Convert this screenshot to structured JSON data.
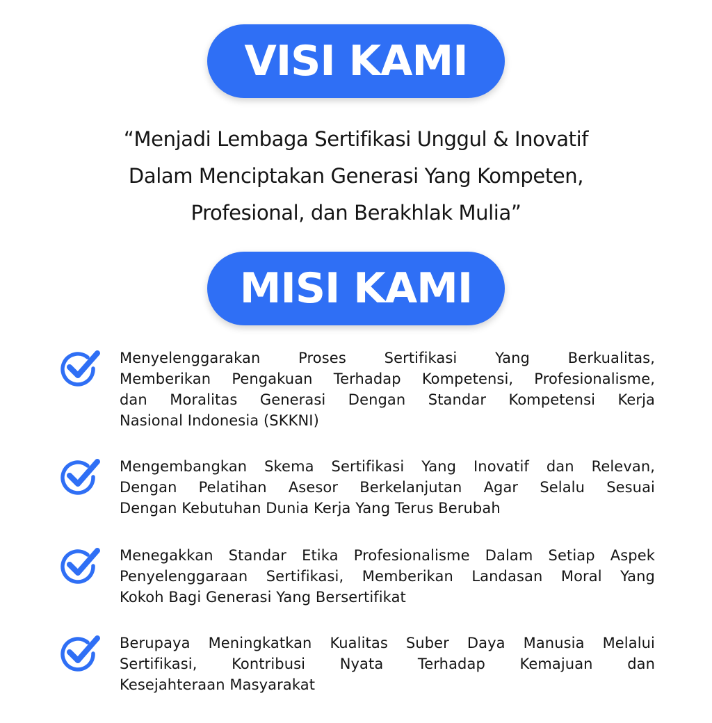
{
  "visi": {
    "heading": "VISI KAMI",
    "quote_lines": [
      "“Menjadi Lembaga Sertifikasi Unggul & Inovatif",
      "Dalam Menciptakan Generasi Yang Kompeten,",
      "Profesional, dan Berakhlak Mulia”"
    ]
  },
  "misi": {
    "heading": "MISI KAMI",
    "items": [
      {
        "icon": "check-circle-icon",
        "lines": [
          "Menyelenggarakan Proses Sertifikasi Yang Berkualitas,",
          "Memberikan Pengakuan Terhadap Kompetensi, Profesionalisme,",
          "dan Moralitas Generasi Dengan Standar Kompetensi Kerja",
          "Nasional Indonesia (SKKNI)"
        ]
      },
      {
        "icon": "check-circle-icon",
        "lines": [
          "Mengembangkan Skema Sertifikasi Yang Inovatif dan Relevan,",
          "Dengan Pelatihan Asesor Berkelanjutan Agar Selalu Sesuai",
          "Dengan Kebutuhan Dunia Kerja Yang Terus Berubah"
        ]
      },
      {
        "icon": "check-circle-icon",
        "lines": [
          "Menegakkan Standar Etika Profesionalisme Dalam Setiap Aspek",
          "Penyelenggaraan Sertifikasi, Memberikan Landasan Moral Yang",
          "Kokoh Bagi Generasi Yang Bersertifikat"
        ]
      },
      {
        "icon": "check-circle-icon",
        "lines": [
          "Berupaya Meningkatkan Kualitas Suber Daya Manusia Melalui",
          "Sertifikasi, Kontribusi Nyata Terhadap Kemajuan dan",
          "Kesejahteraan Masyarakat"
        ]
      }
    ]
  },
  "colors": {
    "accent": "#2f6ff5",
    "text": "#141414",
    "background": "#ffffff"
  }
}
